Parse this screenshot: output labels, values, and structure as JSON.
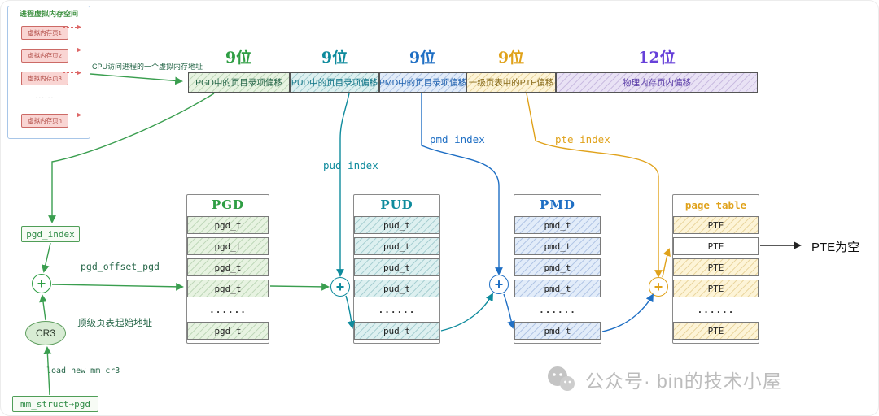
{
  "symbols": {
    "plus": "+"
  },
  "vm_space": {
    "title": "进程虚拟内存空间",
    "pages": [
      "虚拟内存页1",
      "虚拟内存页2",
      "虚拟内存页3",
      "......",
      "虚拟内存页n"
    ]
  },
  "cpu_label": "CPU访问进程的一个虚拟内存地址",
  "address_bar": {
    "segments": [
      {
        "bits": "9位",
        "label": "PGD中的页目录项偏移"
      },
      {
        "bits": "9位",
        "label": "PUD中的页目录项偏移"
      },
      {
        "bits": "9位",
        "label": "PMD中的页目录项偏移"
      },
      {
        "bits": "9位",
        "label": "一级页表中的PTE偏移"
      },
      {
        "bits": "12位",
        "label": "物理内存页内偏移"
      }
    ]
  },
  "indices": {
    "pgd": "pgd_index",
    "pud": "pud_index",
    "pmd": "pmd_index",
    "pte": "pte_index"
  },
  "tables": {
    "pgd": {
      "title": "PGD",
      "rows": [
        "pgd_t",
        "pgd_t",
        "pgd_t",
        "pgd_t",
        "......",
        "pgd_t"
      ]
    },
    "pud": {
      "title": "PUD",
      "rows": [
        "pud_t",
        "pud_t",
        "pud_t",
        "pud_t",
        "......",
        "pud_t"
      ]
    },
    "pmd": {
      "title": "PMD",
      "rows": [
        "pmd_t",
        "pmd_t",
        "pmd_t",
        "pmd_t",
        "......",
        "pmd_t"
      ]
    },
    "pte": {
      "title": "page table",
      "rows": [
        "PTE",
        "PTE",
        "PTE",
        "PTE",
        "......",
        "PTE"
      ]
    }
  },
  "annotations": {
    "pgd_offset": "pgd_offset_pgd",
    "top_table_addr": "顶级页表起始地址",
    "cr3": "CR3",
    "load_cr3": "load_new_mm_cr3",
    "mm_struct": "mm_struct→pgd",
    "pte_empty": "PTE为空"
  },
  "watermark": {
    "text": "公众号· bin的技术小屋"
  },
  "colors": {
    "green": "#2f9e44",
    "teal": "#0f8b9d",
    "blue": "#1f6fc4",
    "orange": "#e0a21b",
    "purple": "#6741d9",
    "pink": "#f9d5d3",
    "red": "#cc6a66"
  }
}
